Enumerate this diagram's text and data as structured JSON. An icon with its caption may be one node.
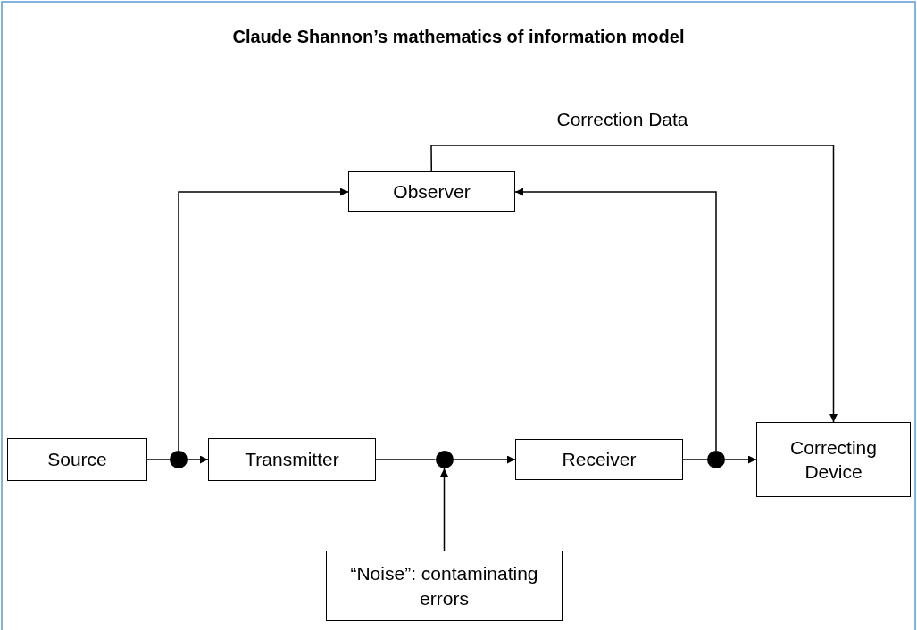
{
  "diagram": {
    "title": "Claude Shannon’s mathematics of information model",
    "nodes": [
      {
        "text": [
          "Observer"
        ]
      },
      {
        "text": [
          "Source"
        ]
      },
      {
        "text": [
          "Transmitter"
        ]
      },
      {
        "text": [
          "Receiver"
        ]
      },
      {
        "text": [
          "Correcting Device"
        ]
      },
      {
        "text": [
          "“Noise”: contaminating errors"
        ]
      },
      {
        "text": [],
        "shape": "circle"
      },
      {
        "text": [],
        "shape": "circle"
      },
      {
        "text": [],
        "shape": "circle"
      }
    ],
    "edges": [
      {
        "from": 1,
        "to": 6,
        "arrow": "none"
      },
      {
        "from": 6,
        "to": 2,
        "arrow": "to"
      },
      {
        "from": 6,
        "to": 0,
        "arrow": "to"
      },
      {
        "from": 2,
        "to": 7,
        "arrow": "none"
      },
      {
        "from": 5,
        "to": 7,
        "arrow": "to"
      },
      {
        "from": 7,
        "to": 3,
        "arrow": "to"
      },
      {
        "from": 3,
        "to": 8,
        "arrow": "none"
      },
      {
        "from": 8,
        "to": 4,
        "arrow": "to"
      },
      {
        "from": 8,
        "to": 0,
        "arrow": "to"
      },
      {
        "from": 0,
        "to": 4,
        "arrow": "to",
        "label": "Correction Data"
      }
    ]
  }
}
